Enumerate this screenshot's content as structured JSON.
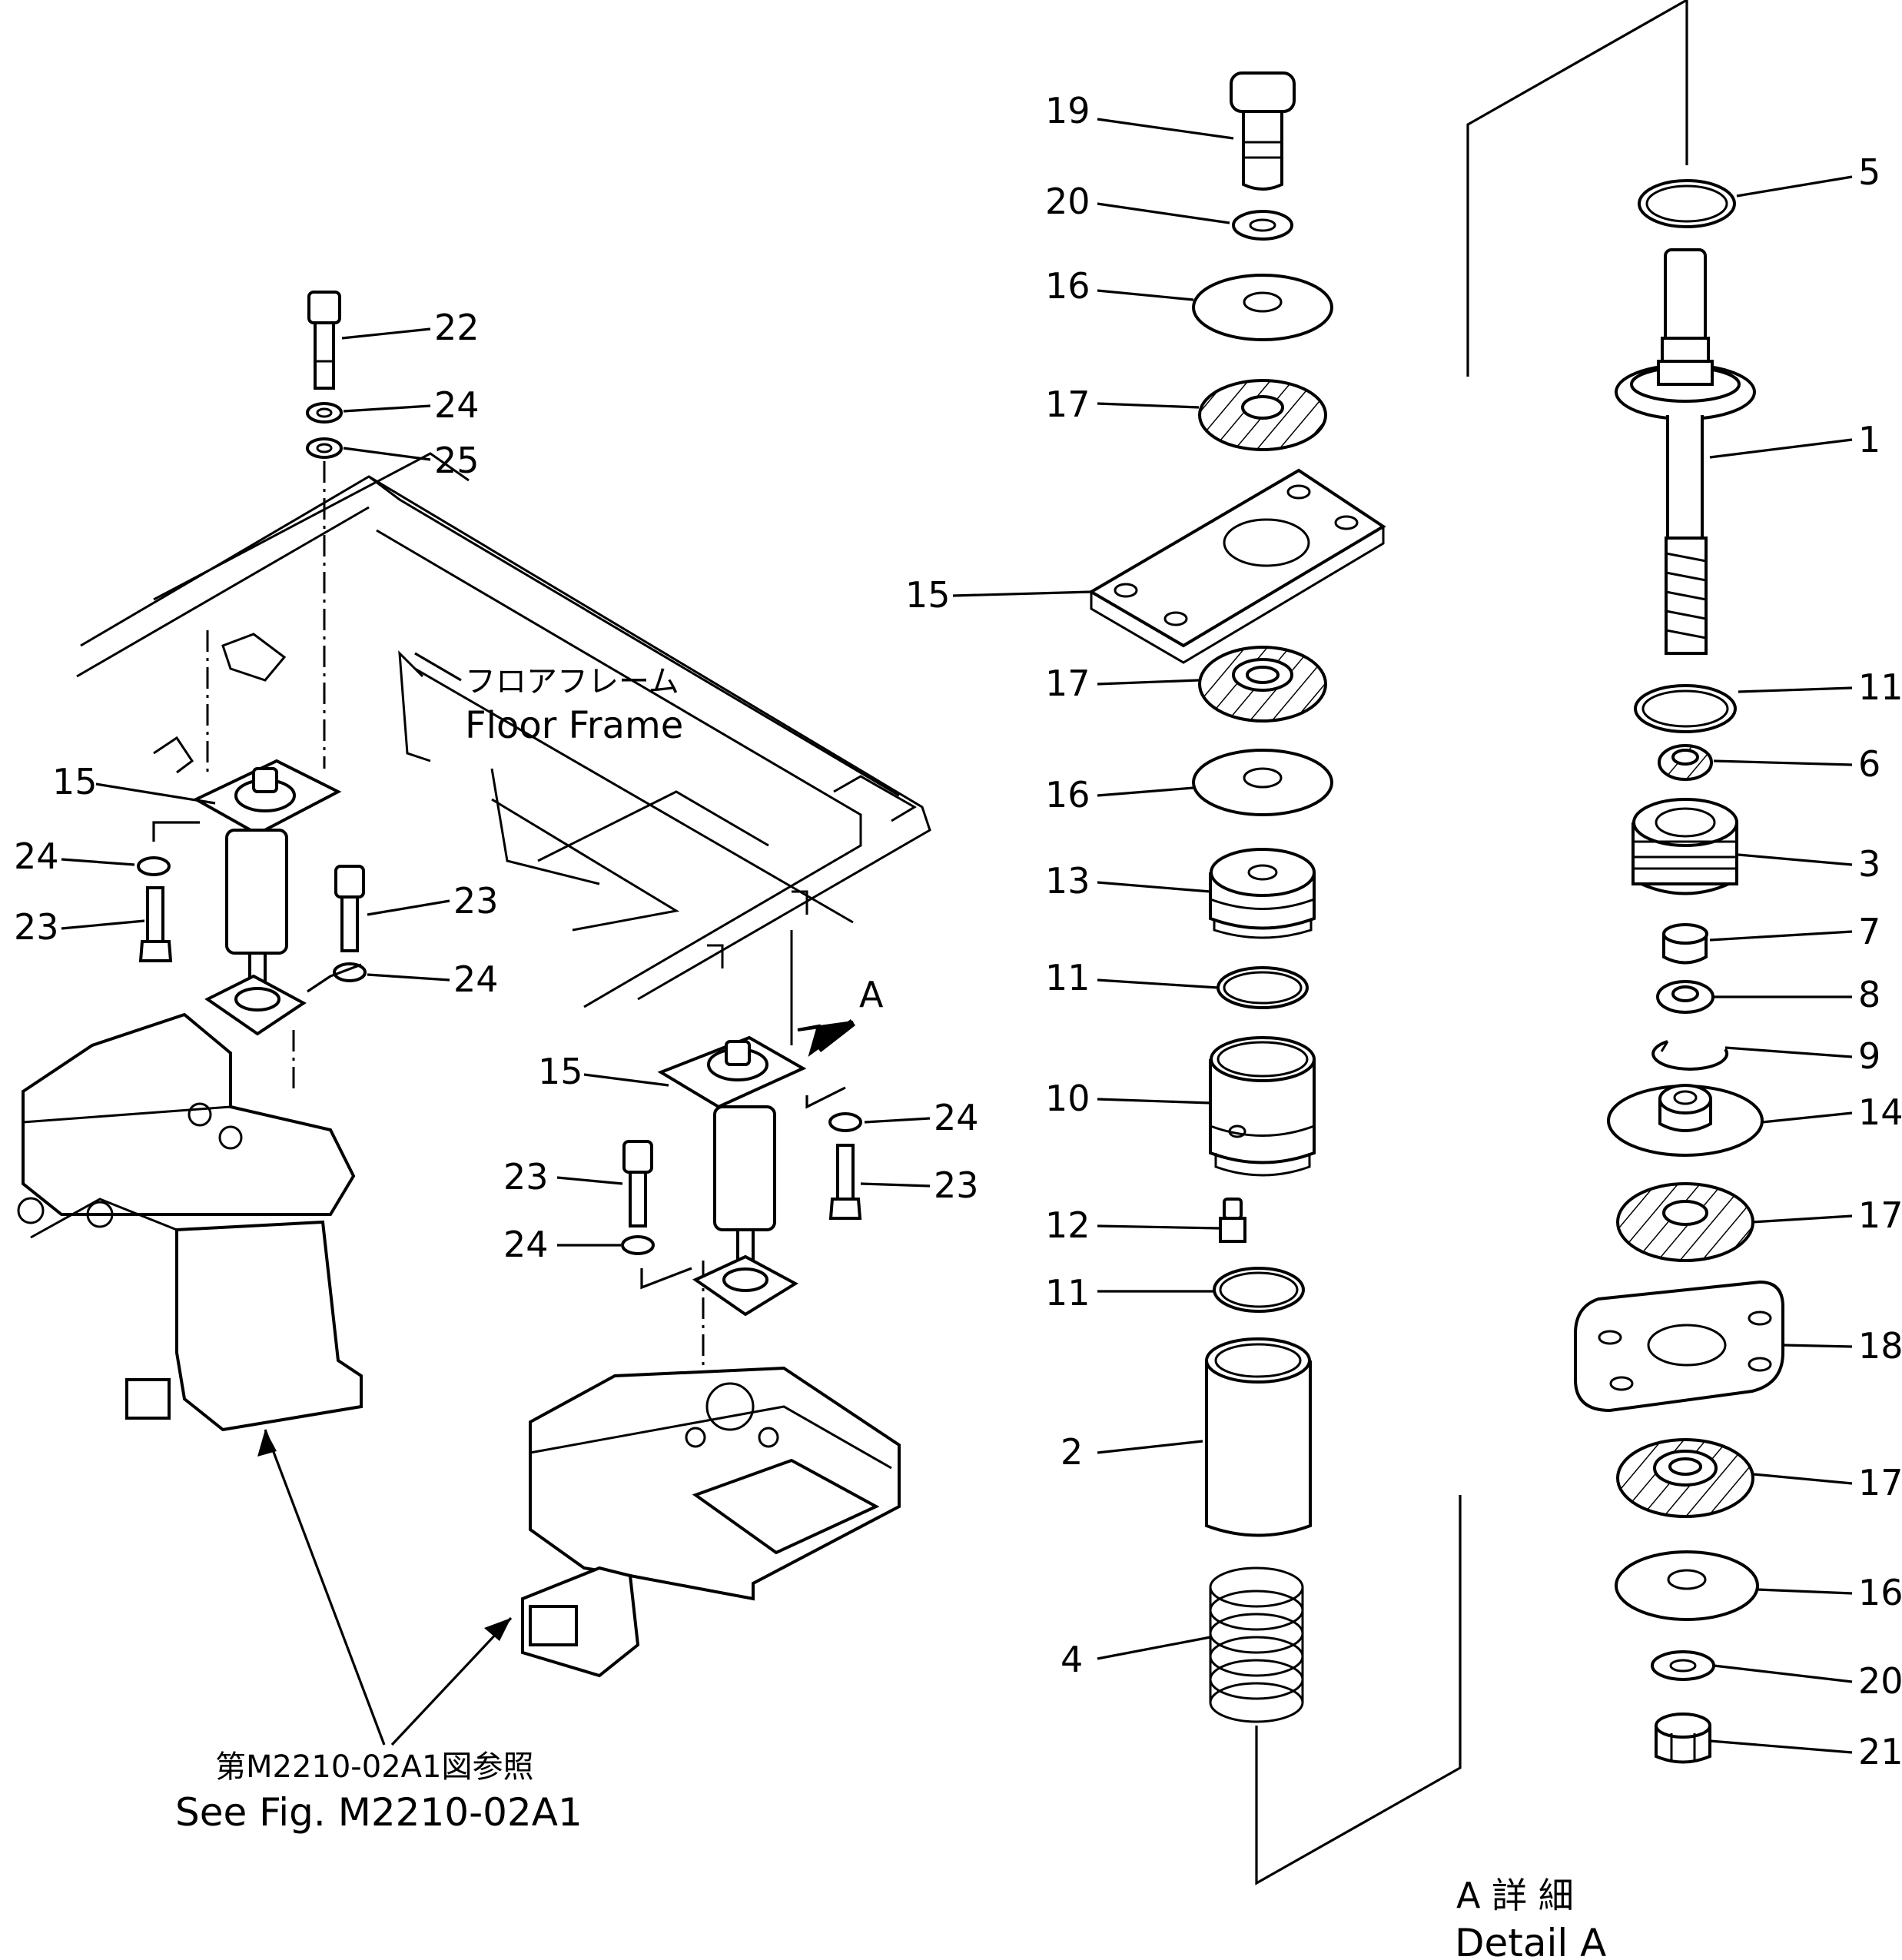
{
  "labels": {
    "floor_frame_jp": "フロアフレーム",
    "floor_frame_en": "Floor Frame",
    "view_arrow": "A",
    "see_fig_jp": "第M2210-02A1図参照",
    "see_fig_en": "See Fig. M2210-02A1",
    "detail_jp": "A 詳 細",
    "detail_en": "Detail A"
  },
  "left_callouts": [
    "22",
    "24",
    "25",
    "15",
    "24",
    "23",
    "23",
    "24",
    "15",
    "24",
    "23",
    "23",
    "24"
  ],
  "middle_callouts": [
    "19",
    "20",
    "16",
    "17",
    "15",
    "17",
    "16",
    "13",
    "11",
    "10",
    "12",
    "11",
    "2",
    "4"
  ],
  "right_callouts": [
    "5",
    "1",
    "11",
    "6",
    "3",
    "7",
    "8",
    "9",
    "14",
    "17",
    "18",
    "17",
    "16",
    "20",
    "21"
  ]
}
